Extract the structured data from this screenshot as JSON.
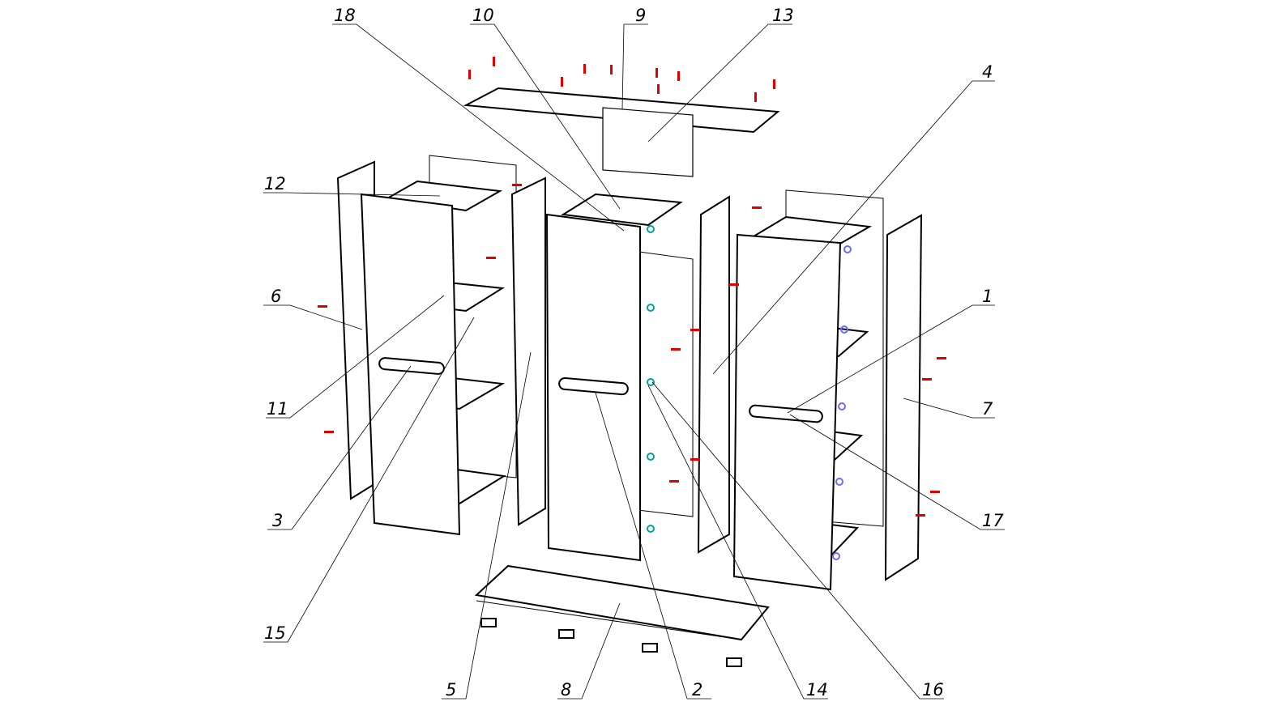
{
  "diagram": {
    "title": "Exploded assembly view of wardrobe",
    "callouts": [
      "18",
      "10",
      "9",
      "13",
      "4",
      "12",
      "6",
      "11",
      "3",
      "15",
      "5",
      "8",
      "2",
      "14",
      "16",
      "1",
      "7",
      "17"
    ],
    "colors": {
      "fasteners": "#e00000",
      "cams": "#00a0a0",
      "dowels": "#6a6aff",
      "lines": "#000000"
    }
  }
}
